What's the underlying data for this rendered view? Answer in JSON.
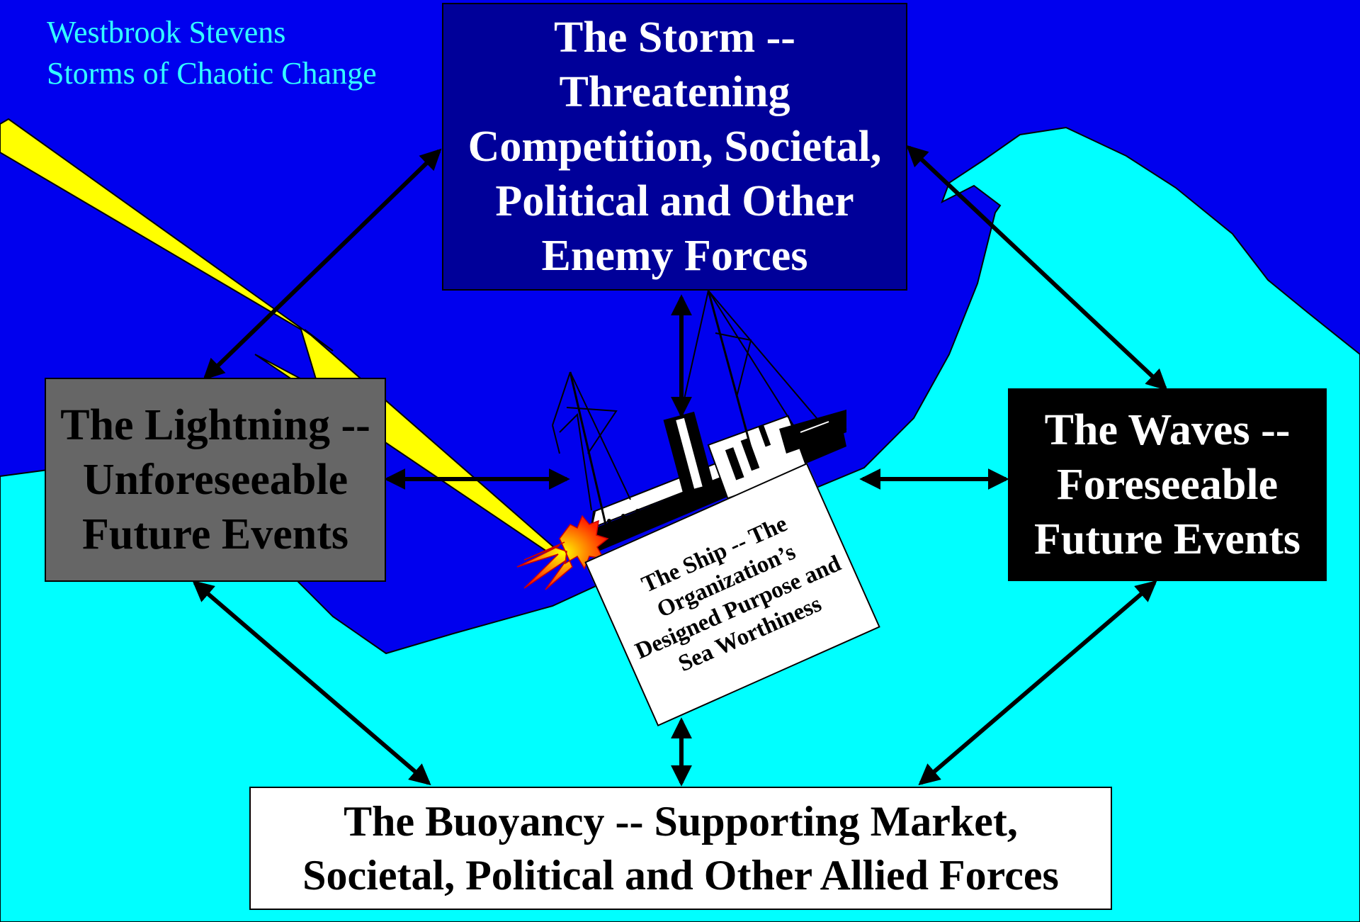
{
  "credit": {
    "author": "Westbrook Stevens",
    "title": "Storms of Chaotic Change"
  },
  "storm": {
    "lines": [
      "The Storm --",
      "Threatening",
      "Competition, Societal,",
      "Political and Other",
      "Enemy Forces"
    ]
  },
  "lightning": {
    "lines": [
      "The Lightning --",
      "Unforeseeable",
      "Future Events"
    ]
  },
  "waves": {
    "lines": [
      "The Waves --",
      "Foreseeable",
      "Future Events"
    ]
  },
  "ship": {
    "lines": [
      "The Ship --",
      "The Organization’s",
      "Designed Purpose",
      "and Sea Worthiness"
    ]
  },
  "buoyancy": {
    "lines": [
      "The Buoyancy -- Supporting Market,",
      "Societal, Political and Other Allied Forces"
    ]
  },
  "colors": {
    "sky": "#0000ee",
    "sea": "#00ffff",
    "storm_box": "#000099",
    "lightning_box": "#666666",
    "waves_box": "#000000",
    "buoyancy_box": "#ffffff",
    "lightning_bolt": "#ffff00",
    "credit_text": "#33ffff"
  }
}
